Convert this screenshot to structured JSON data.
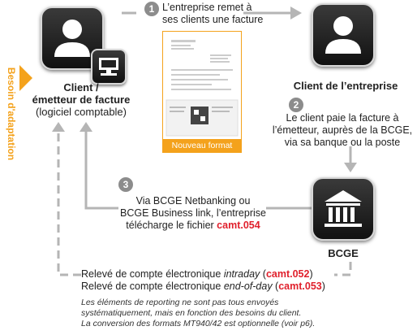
{
  "sidebar": {
    "label": "Besoin d'adaptation"
  },
  "nodes": {
    "client_emetteur": {
      "title_line1": "Client /",
      "title_line2": "émetteur de facture",
      "subtitle": "(logiciel comptable)"
    },
    "client_entreprise": {
      "title": "Client de l’entreprise"
    },
    "bcge": {
      "title": "BCGE"
    }
  },
  "steps": {
    "step1": {
      "number": "1",
      "line1": "L’entreprise remet à",
      "line2": "ses clients une facture"
    },
    "step2": {
      "number": "2",
      "line1": "Le client paie la facture à",
      "line2": "l’émetteur, auprès de la BCGE,",
      "line3": "via sa banque ou la poste"
    },
    "step3": {
      "number": "3",
      "line1": "Via BCGE Netbanking ou",
      "line2": "BCGE Business link, l’entreprise",
      "line3_prefix": "télécharge le fichier ",
      "line3_code": "camt.054"
    }
  },
  "document": {
    "label": "Nouveau format"
  },
  "statements": {
    "line1_prefix": "Relevé de compte électronique ",
    "line1_italic": "intraday",
    "line1_open": " (",
    "line1_code": "camt.052",
    "line1_close": ")",
    "line2_prefix": "Relevé de compte électronique ",
    "line2_italic": "end-of-day",
    "line2_open": " (",
    "line2_code": "camt.053",
    "line2_close": ")"
  },
  "footnote": {
    "line1": "Les éléments de reporting ne sont pas tous envoyés",
    "line2": "systématiquement, mais en fonction des besoins du client.",
    "line3": "La conversion des formats MT940/42 est optionnelle (voir p6)."
  },
  "colors": {
    "accent_orange": "#f4a21c",
    "red_code": "#e0202c",
    "arrow_gray": "#b5b5b5",
    "step_gray": "#8c8c8c"
  }
}
